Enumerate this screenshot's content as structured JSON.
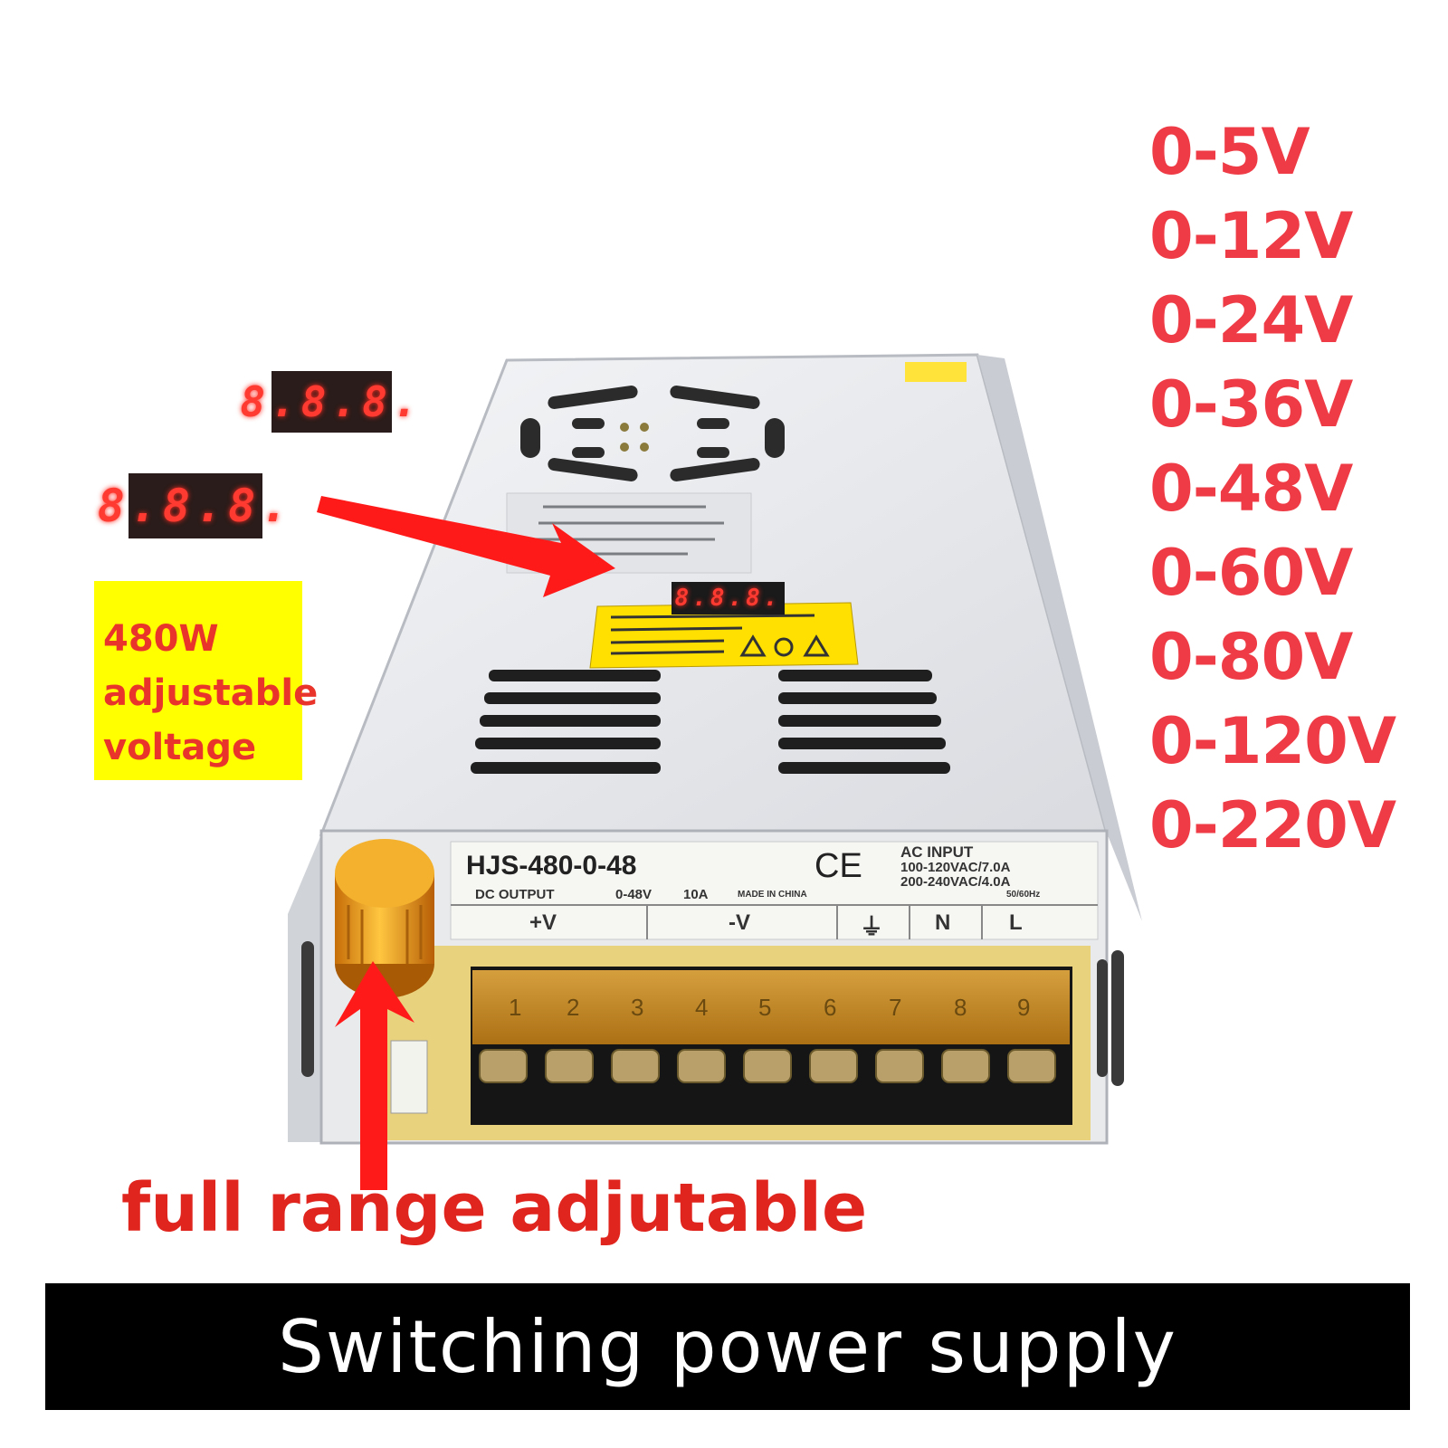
{
  "voltage_options": [
    "0-5V",
    "0-12V",
    "0-24V",
    "0-36V",
    "0-48V",
    "0-60V",
    "0-80V",
    "0-120V",
    "0-220V"
  ],
  "display_digits": "8.8.8.",
  "note": {
    "line1": "480W",
    "line2": "adjustable",
    "line3": "voltage"
  },
  "product_label": {
    "model": "HJS-480-0-48",
    "ce_mark": "CE",
    "dc_output": "DC OUTPUT",
    "output_range": "0-48V",
    "output_current": "10A",
    "made_in": "MADE IN CHINA",
    "ac_input_title": "AC INPUT",
    "ac_input_1": "100-120VAC/7.0A",
    "ac_input_2": "200-240VAC/4.0A",
    "frequency": "50/60Hz"
  },
  "terminal_labels": [
    "+V",
    "-V",
    "⏚",
    "N",
    "L"
  ],
  "terminal_numbers": [
    "1",
    "2",
    "3",
    "4",
    "5",
    "6",
    "7",
    "8",
    "9"
  ],
  "caption_adjust": "full  range adjutable",
  "caption_main": "Switching power supply",
  "colors": {
    "accent_red": "#ee3b45",
    "note_yellow": "#ffff00",
    "bar_black": "#000000",
    "knob_gold": "#f0a418"
  }
}
